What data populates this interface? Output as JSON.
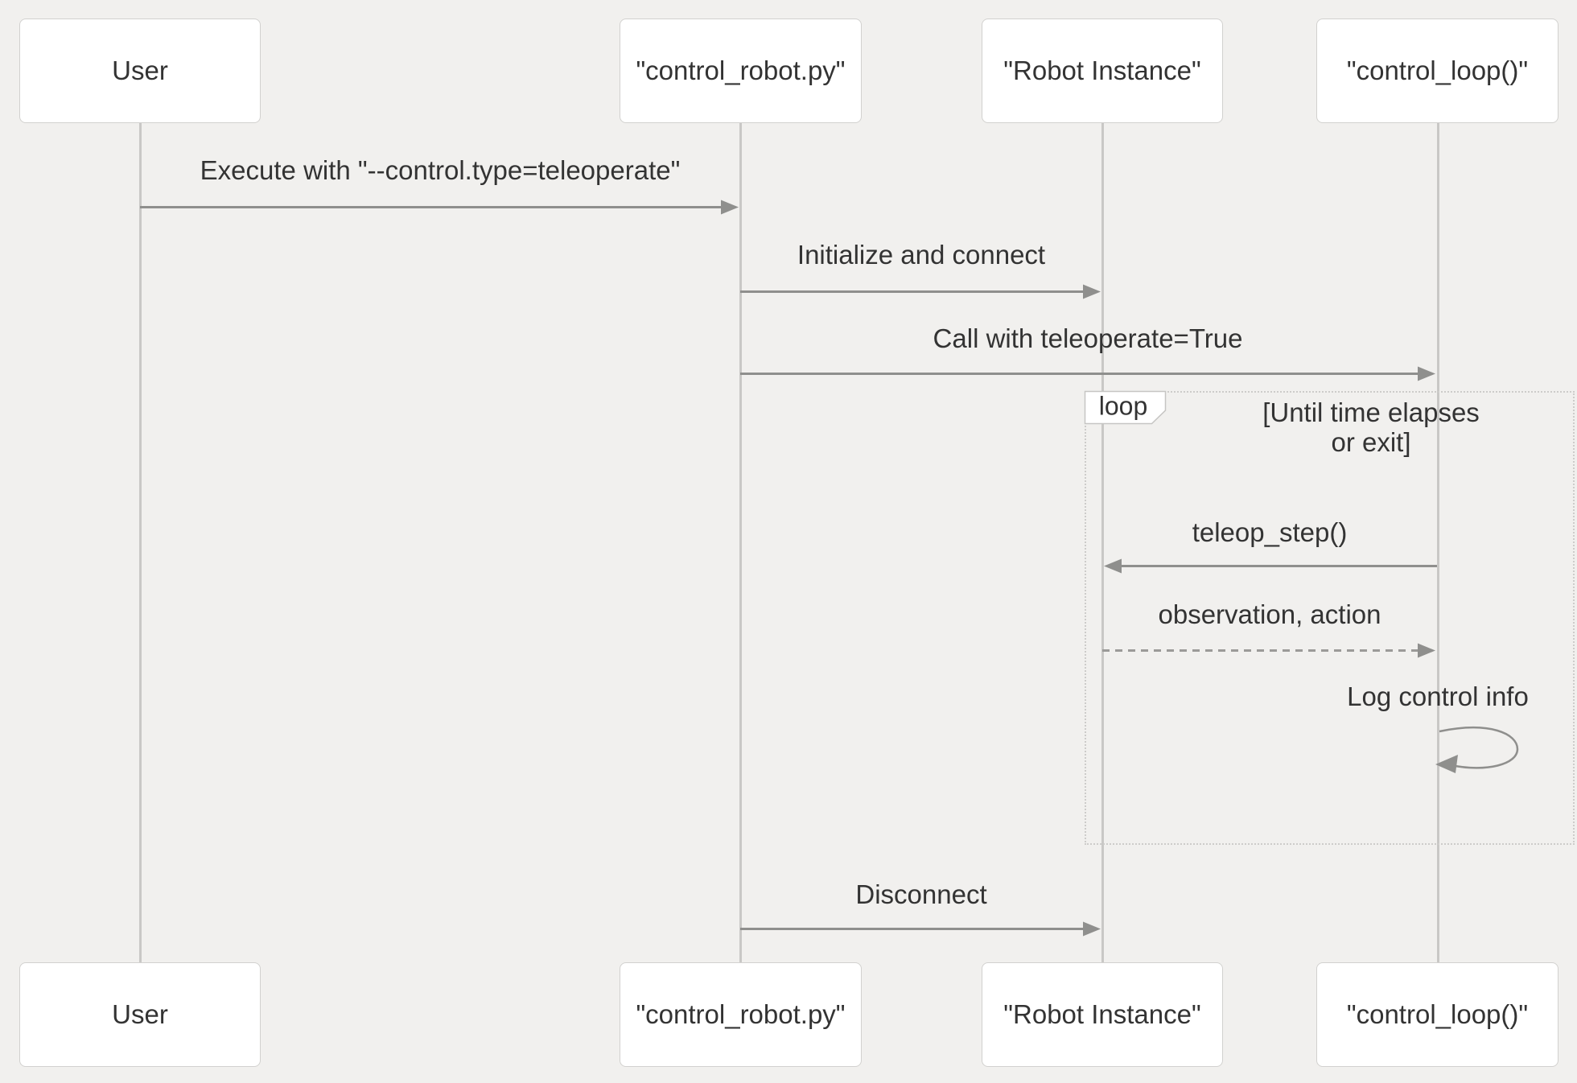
{
  "diagram_type": "uml-sequence-diagram",
  "colors": {
    "background": "#f1f0ee",
    "box_background": "#ffffff",
    "box_border": "#d2d1cf",
    "lifeline": "#c9c8c6",
    "arrow": "#8f8f8d",
    "text": "#333333",
    "loop_border": "#cdccca"
  },
  "participants": [
    {
      "label": "User"
    },
    {
      "label": "\"control_robot.py\""
    },
    {
      "label": "\"Robot Instance\""
    },
    {
      "label": "\"control_loop()\""
    }
  ],
  "messages": [
    {
      "from": "User",
      "to": "control_robot.py",
      "style": "solid",
      "label": "Execute with \"--control.type=teleoperate\""
    },
    {
      "from": "control_robot.py",
      "to": "Robot Instance",
      "style": "solid",
      "label": "Initialize and connect"
    },
    {
      "from": "control_robot.py",
      "to": "control_loop()",
      "style": "solid",
      "label": "Call with teleoperate=True"
    },
    {
      "from": "control_loop()",
      "to": "Robot Instance",
      "style": "solid",
      "label": "teleop_step()"
    },
    {
      "from": "Robot Instance",
      "to": "control_loop()",
      "style": "dashed",
      "label": "observation, action"
    },
    {
      "from": "control_loop()",
      "to": "control_loop()",
      "style": "self",
      "label": "Log control info"
    },
    {
      "from": "control_robot.py",
      "to": "Robot Instance",
      "style": "solid",
      "label": "Disconnect"
    }
  ],
  "loop": {
    "label": "loop",
    "condition_line1": "[Until time elapses",
    "condition_line2": "or exit]"
  }
}
